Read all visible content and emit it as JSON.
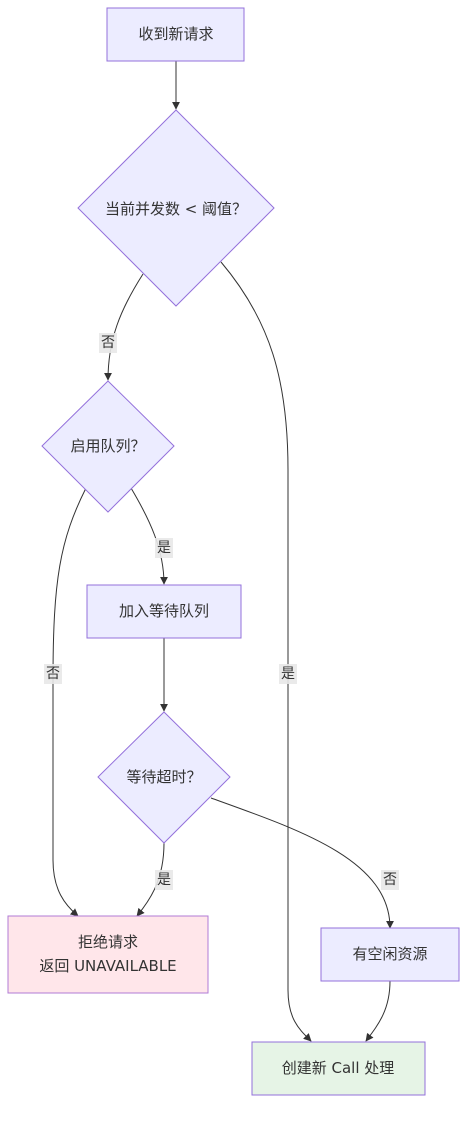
{
  "nodes": {
    "receive": "收到新请求",
    "check_concurrency": "当前并发数 < 阈值？",
    "queue_enabled": "启用队列？",
    "join_queue": "加入等待队列",
    "wait_timeout": "等待超时？",
    "reject_line1": "拒绝请求",
    "reject_line2": "返回 UNAVAILABLE",
    "idle_resource": "有空闲资源",
    "create_call": "创建新 Call 处理"
  },
  "edges": {
    "concurrency_no": "否",
    "concurrency_yes": "是",
    "queue_no": "否",
    "queue_yes": "是",
    "timeout_yes": "是",
    "timeout_no": "否"
  },
  "colors": {
    "node_default": "#ececff",
    "node_border": "#9370db",
    "node_reject": "#ffe6ea",
    "node_success": "#e6f4e6",
    "edge": "#333333"
  }
}
